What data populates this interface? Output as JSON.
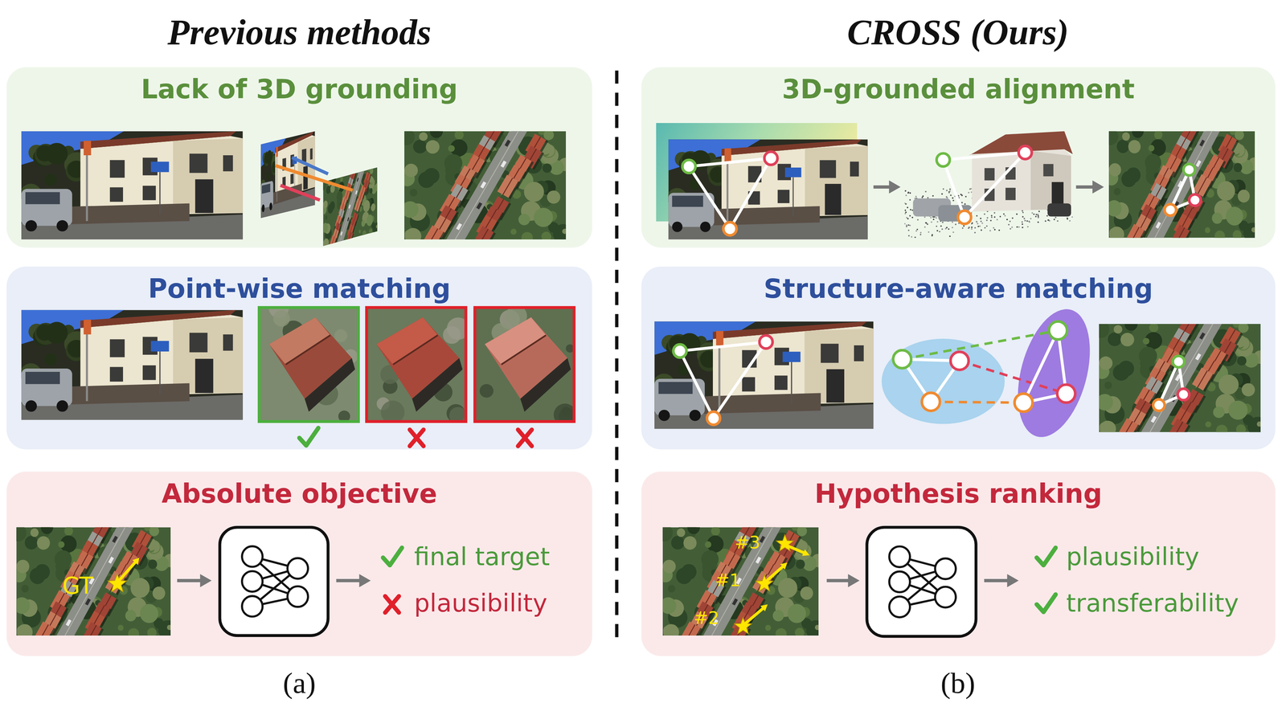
{
  "diagram": {
    "nodes": [
      {
        "text": [
          "Lack of 3D grounding"
        ]
      },
      {
        "text": [
          "Point-wise matching"
        ]
      },
      {
        "text": [
          "Absolute objective",
          "final target",
          "plausibility"
        ]
      },
      {
        "text": [
          "3D-grounded alignment"
        ]
      },
      {
        "text": [
          "Structure-aware matching"
        ]
      },
      {
        "text": [
          "Hypothesis ranking",
          "plausibility",
          "transferability"
        ]
      }
    ],
    "labels": [
      "Previous methods",
      "CROSS (Ours)",
      "GT",
      "#3",
      "#1",
      "#2",
      "(a)",
      "(b)"
    ]
  }
}
